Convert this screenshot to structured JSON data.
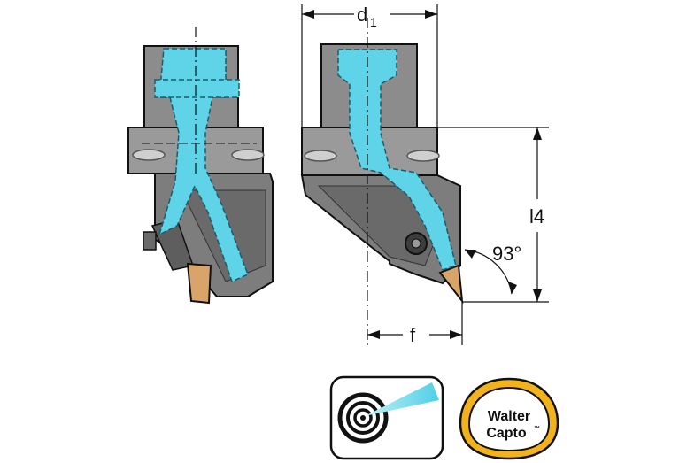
{
  "dimensions": {
    "d1": "d",
    "d1_sub": "1",
    "l4": "l4",
    "f": "f",
    "angle": "93°"
  },
  "badge": {
    "line1": "Walter",
    "line2": "Capto",
    "tm": "™"
  },
  "icons": {
    "coolant": "internal-coolant-icon",
    "badge": "walter-capto-badge-icon"
  },
  "colors": {
    "body_gray": "#8c8c8c",
    "body_dark": "#5e5e5e",
    "body_light": "#b4b4b4",
    "coolant_cyan": "#5fd3e8",
    "insert_orange": "#d9a46a",
    "badge_gold": "#f2b21c",
    "outline": "#111111"
  }
}
